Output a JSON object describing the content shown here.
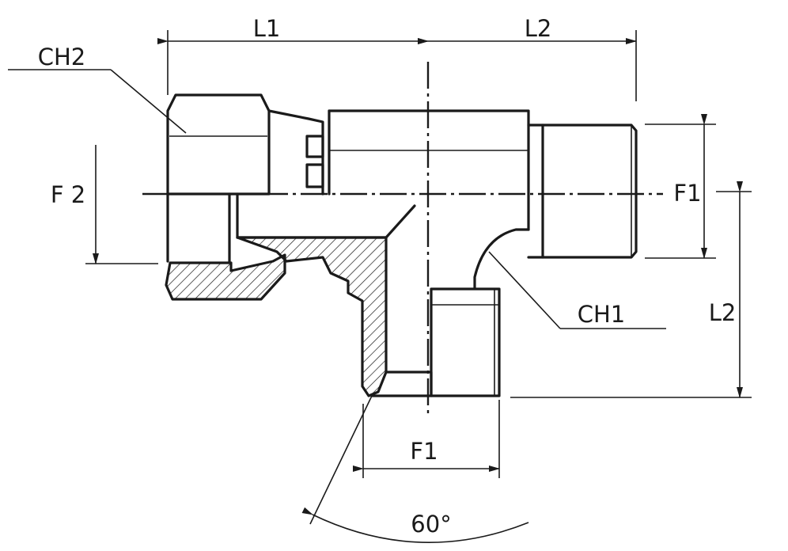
{
  "drawing": {
    "labels": {
      "l1_top": "L1",
      "l2_top": "L2",
      "ch2": "CH2",
      "f2": "F 2",
      "f1_right": "F1",
      "ch1": "CH1",
      "l2_right": "L2",
      "f1_bottom": "F1",
      "angle": "60°"
    },
    "colors": {
      "line": "#1a1a1a",
      "background": "#ffffff"
    }
  }
}
